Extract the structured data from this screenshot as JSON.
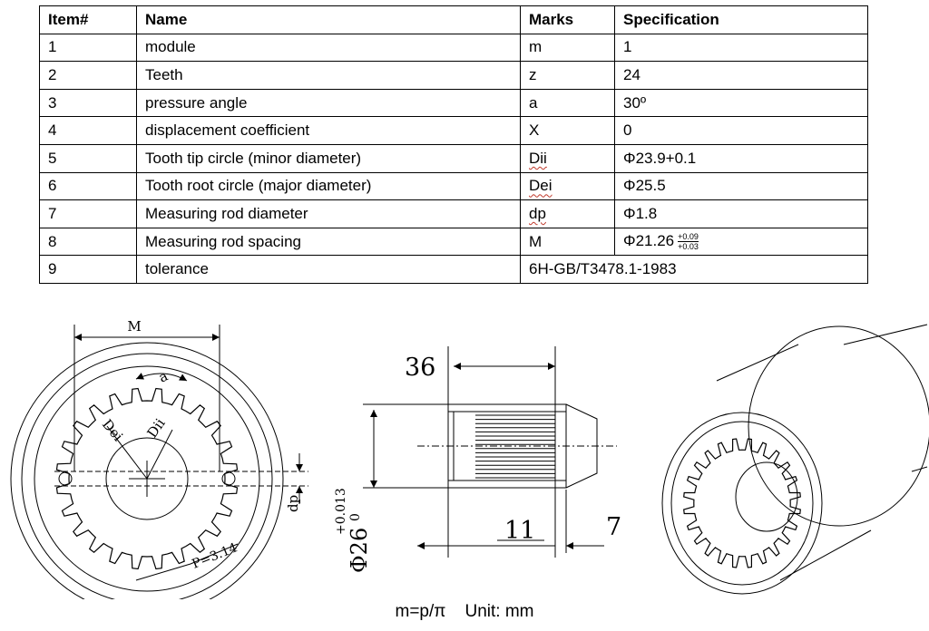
{
  "table": {
    "headers": [
      "Item#",
      "Name",
      "Marks",
      "Specification"
    ],
    "rows": [
      {
        "item": "1",
        "name": "module",
        "mark": "m",
        "spec": "1"
      },
      {
        "item": "2",
        "name": "Teeth",
        "mark": "z",
        "spec": "24"
      },
      {
        "item": "3",
        "name": "pressure angle",
        "mark": "a",
        "spec": "30º"
      },
      {
        "item": "4",
        "name": "displacement coefficient",
        "mark": "X",
        "spec": "0"
      },
      {
        "item": "5",
        "name": "Tooth tip circle (minor diameter)",
        "mark": "Dii",
        "spec": "Φ23.9+0.1"
      },
      {
        "item": "6",
        "name": "Tooth root circle (major diameter)",
        "mark": "Dei",
        "spec": "Φ25.5"
      },
      {
        "item": "7",
        "name": "Measuring rod diameter",
        "mark": "dp",
        "spec": "Φ1.8"
      },
      {
        "item": "8",
        "name": "Measuring rod spacing",
        "mark": "M",
        "spec": "Φ21.26",
        "tol_upper": "+0.09",
        "tol_lower": "+0.03"
      },
      {
        "item": "9",
        "name": "tolerance",
        "spec": "6H-GB/T3478.1-1983"
      }
    ]
  },
  "front_view": {
    "label_M": "M",
    "label_a": "a",
    "label_dei": "Dei",
    "label_dii": "Dii",
    "label_dp": "dp",
    "label_pitch": "P=3.14"
  },
  "side_view": {
    "dim_length": "36",
    "dim_diameter": "Φ26",
    "dim_tol_upper": "+0.013",
    "dim_tol_lower": "0",
    "dim_11": "11",
    "dim_7": "7"
  },
  "caption": "m=p/π    Unit: mm"
}
